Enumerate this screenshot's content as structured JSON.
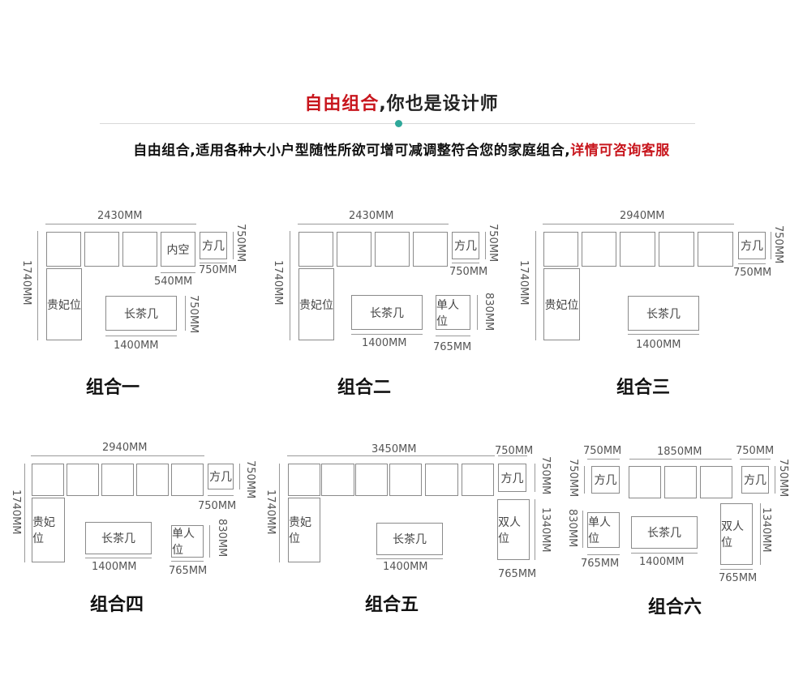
{
  "header": {
    "title_red": "自由组合",
    "title_black": ",你也是设计师",
    "subtitle_black": "自由组合,适用各种大小户型随性所欲可增可减调整符合您的家庭组合,",
    "subtitle_red": "详情可咨询客服",
    "accent_color": "#c8161d",
    "dot_color": "#2fa89a"
  },
  "labels": {
    "consort": "贵妃位",
    "coffee_table": "长茶几",
    "side_table": "方几",
    "single_seat": "单人位",
    "double_seat": "双人位",
    "hollow": "内空"
  },
  "dims": {
    "d2430": "2430MM",
    "d2940": "2940MM",
    "d3450": "3450MM",
    "d1850": "1850MM",
    "d1740": "1740MM",
    "d1400": "1400MM",
    "d750": "750MM",
    "d540": "540MM",
    "d830": "830MM",
    "d765": "765MM",
    "d1340": "1340MM"
  },
  "combos": {
    "c1": "组合一",
    "c2": "组合二",
    "c3": "组合三",
    "c4": "组合四",
    "c5": "组合五",
    "c6": "组合六"
  }
}
